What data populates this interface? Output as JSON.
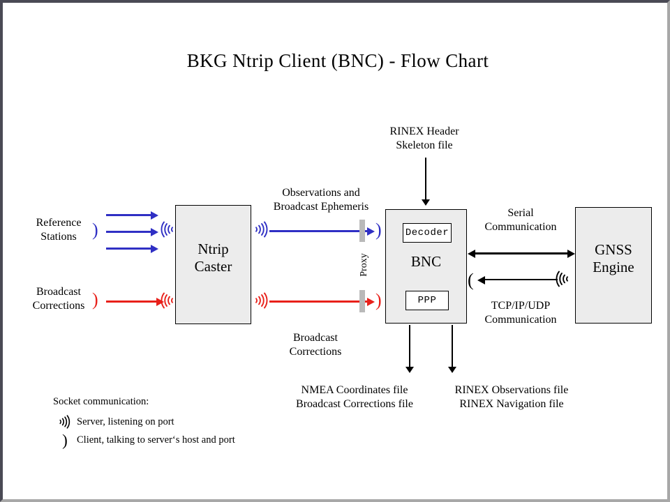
{
  "title": "BKG Ntrip Client (BNC)  -  Flow Chart",
  "nodes": {
    "ntrip_caster": "Ntrip Caster",
    "bnc": "BNC",
    "gnss_engine": "GNSS Engine",
    "decoder": "Decoder",
    "ppp": "PPP"
  },
  "labels": {
    "reference_stations": "Reference Stations",
    "broadcast_corrections_src": "Broadcast Corrections",
    "observations_ephemeris": "Observations and Broadcast Ephemeris",
    "broadcast_corrections_flow": "Broadcast Corrections",
    "proxy": "Proxy",
    "rinex_skeleton": "RINEX Header Skeleton file",
    "serial_communication": "Serial Communication",
    "tcpip_communication": "TCP/IP/UDP Communication",
    "nmea_output": "NMEA Coordinates file Broadcast Corrections file",
    "rinex_output": "RINEX Observations file RINEX Navigation file"
  },
  "label_lines": {
    "reference_stations": [
      "Reference",
      "Stations"
    ],
    "broadcast_corrections_src": [
      "Broadcast",
      "Corrections"
    ],
    "observations_ephemeris": [
      "Observations and",
      "Broadcast Ephemeris"
    ],
    "broadcast_corrections_flow": [
      "Broadcast",
      "Corrections"
    ],
    "rinex_skeleton": [
      "RINEX Header",
      "Skeleton file"
    ],
    "serial_communication": [
      "Serial",
      "Communication"
    ],
    "tcpip_communication": [
      "TCP/IP/UDP",
      "Communication"
    ],
    "nmea_output": [
      "NMEA Coordinates file",
      "Broadcast Corrections file"
    ],
    "rinex_output": [
      "RINEX Observations file",
      "RINEX Navigation file"
    ],
    "ntrip_caster": [
      "Ntrip",
      "Caster"
    ],
    "gnss_engine": [
      "GNSS",
      "Engine"
    ]
  },
  "legend": {
    "heading": "Socket communication:",
    "server": "Server, listening  on port",
    "client": "Client, talking to server‘s host and port"
  },
  "colors": {
    "blue": "#2f2fc4",
    "red": "#e8201a",
    "black": "#000000",
    "box_fill": "#ececec",
    "proxy_bar": "#b9b9b9",
    "frame_dark": "#4a4a55",
    "frame_light": "#a8a8a8"
  }
}
